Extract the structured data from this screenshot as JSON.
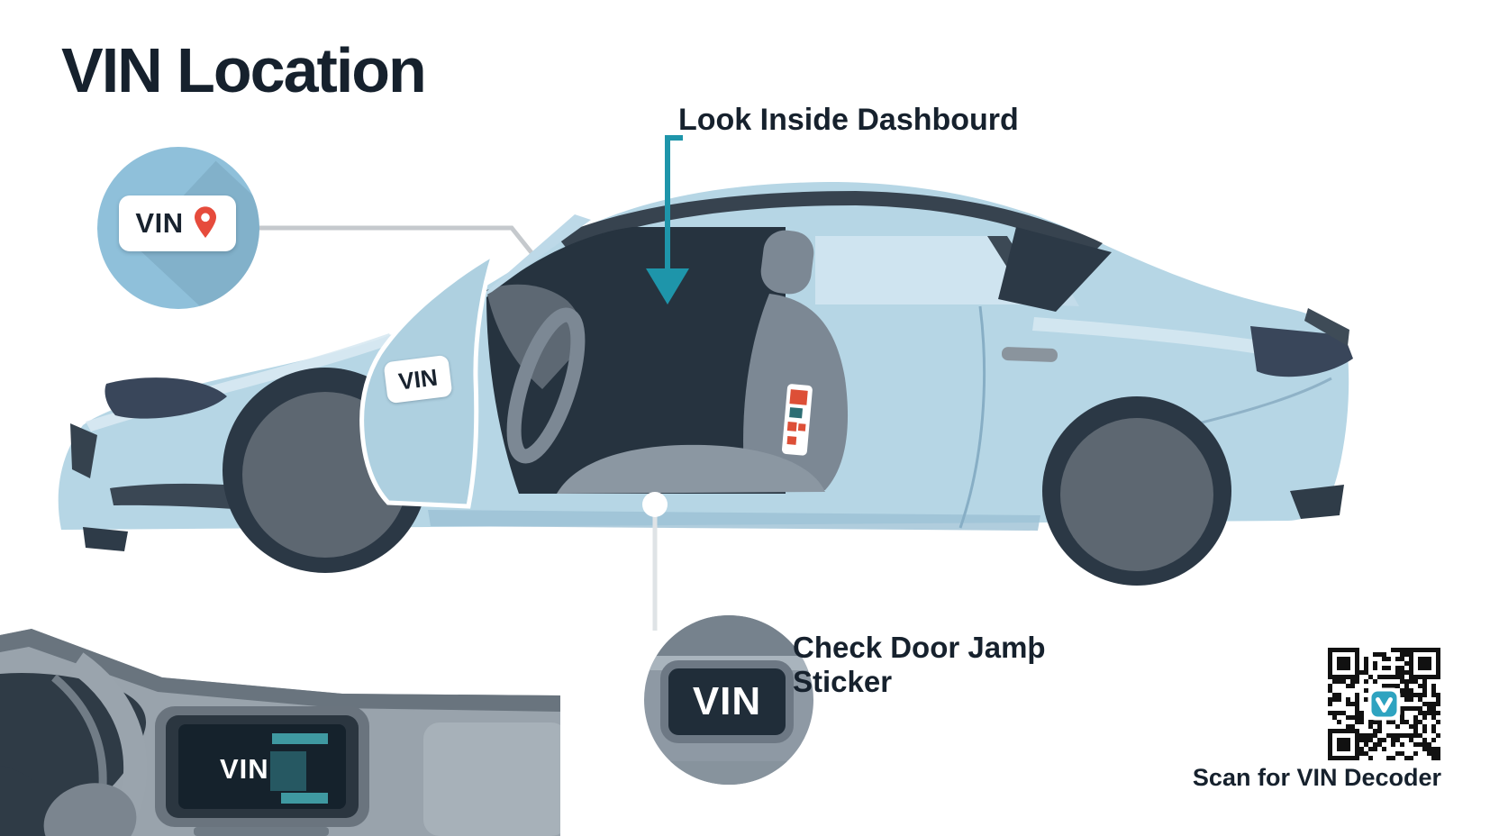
{
  "title": "VIN Location",
  "pin_badge": {
    "label": "VIN",
    "icon": "location-pin"
  },
  "dashboard_callout": {
    "text": "Look Inside Dashbourd"
  },
  "door_label": {
    "text": "VIN"
  },
  "jamb_badge": {
    "label": "VIN"
  },
  "jamb_callout": {
    "line1": "Check Door Jamþ",
    "line2": "Sticker"
  },
  "dash_screen": {
    "text": "VIN"
  },
  "qr": {
    "caption": "Scan for VIN Decoder"
  },
  "colors": {
    "ink": "#16212d",
    "accent_teal": "#1e95aa",
    "pin_red": "#e64b3c",
    "badge_blue": "#8fc0da",
    "car_body": "#b6d6e5",
    "car_trim_dark": "#2c3a47",
    "wheel_gray": "#5d6771",
    "connector_gray": "#c5c9cd",
    "sticker_red": "#dd4f37",
    "sticker_teal": "#2d6e74",
    "qr_logo_teal": "#2ea3c0"
  }
}
